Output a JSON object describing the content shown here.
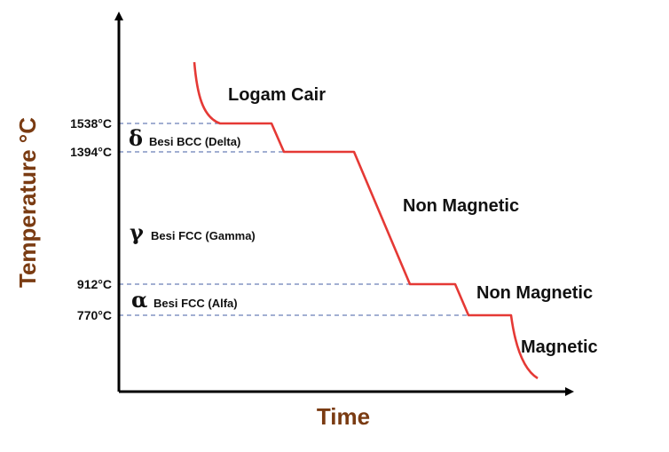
{
  "colors": {
    "axis": "#000000",
    "curve": "#e53935",
    "guide": "#6b7fb8",
    "axis_title": "#7a3b12"
  },
  "axes": {
    "x_title": "Time",
    "y_title": "Temperature °C"
  },
  "temperatures": {
    "t1538": "1538°C",
    "t1394": "1394°C",
    "t912": "912°C",
    "t770": "770°C"
  },
  "regions": {
    "liquid": "Logam Cair",
    "nonmag1": "Non Magnetic",
    "nonmag2": "Non Magnetic",
    "magnetic": "Magnetic"
  },
  "phases": {
    "delta": {
      "symbol": "δ",
      "label": "Besi BCC (Delta)"
    },
    "gamma": {
      "symbol": "γ",
      "label": "Besi FCC (Gamma)"
    },
    "alpha": {
      "symbol": "α",
      "label": "Besi FCC (Alfa)"
    }
  }
}
